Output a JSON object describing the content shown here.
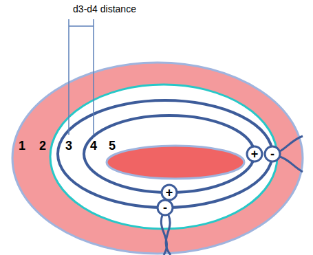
{
  "diagram": {
    "nodes": [
      {
        "text": [
          "+"
        ]
      },
      {
        "text": [
          "-"
        ]
      },
      {
        "text": [
          "+"
        ]
      },
      {
        "text": [
          "-"
        ]
      }
    ],
    "labels": [
      "d3-d4 distance",
      "1",
      "2",
      "3",
      "4",
      "5"
    ]
  }
}
